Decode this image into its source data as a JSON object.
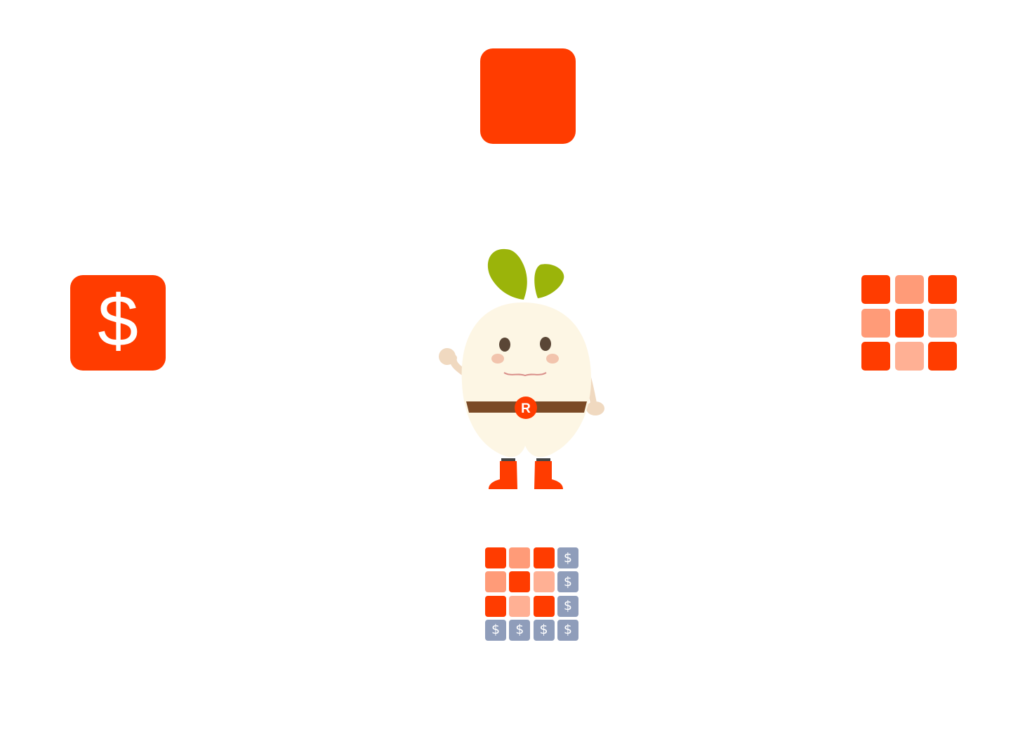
{
  "colors": {
    "accent": "#ff3c00",
    "salmon": "#ff9b78",
    "light_salmon": "#ffb094",
    "slate": "#8f9dba",
    "cream": "#fdf6e4",
    "leaf": "#9bb40a",
    "belt": "#7b4a26"
  },
  "top_tile": {
    "icon": "blank-square"
  },
  "left_tile": {
    "symbol": "$"
  },
  "right_grid": {
    "icon": "grid-3x3",
    "cells": [
      "accent",
      "salmon",
      "accent",
      "salmon",
      "accent",
      "light_salmon",
      "accent",
      "light_salmon",
      "accent"
    ]
  },
  "bottom_grid": {
    "icon": "grid-4x4-with-dollars",
    "symbol": "$",
    "cells": [
      "accent",
      "salmon",
      "accent",
      "slate",
      "salmon",
      "accent",
      "light_salmon",
      "slate",
      "accent",
      "light_salmon",
      "accent",
      "slate",
      "slate",
      "slate",
      "slate",
      "slate"
    ]
  },
  "mascot": {
    "icon": "radish-mascot",
    "badge_letter": "R"
  }
}
